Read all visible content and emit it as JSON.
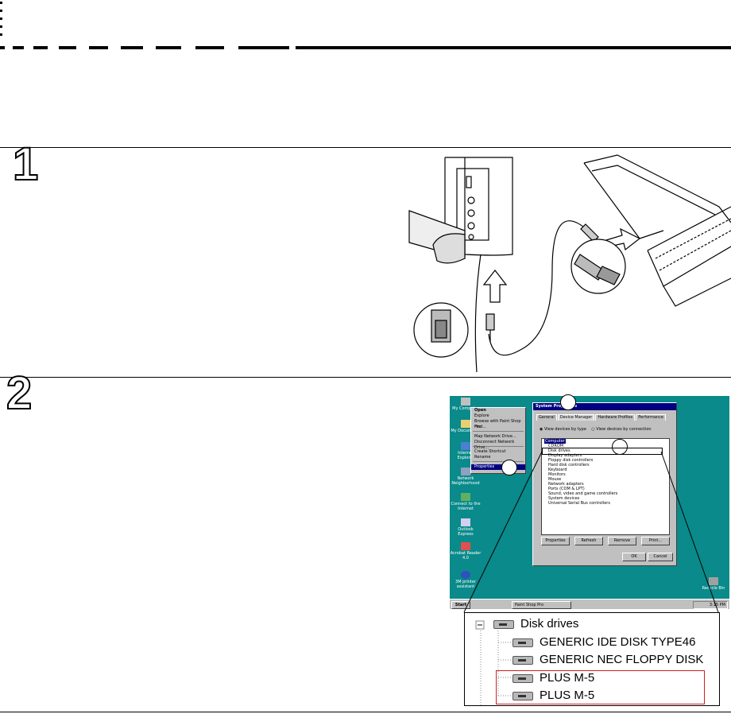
{
  "steps": [
    {
      "number": "1"
    },
    {
      "number": "2"
    }
  ],
  "screenshot": {
    "desktop_icons": [
      "My Computer",
      "My Documents",
      "Internet Explorer",
      "Network Neighborhood",
      "Connect to the Internet",
      "Outlook Express",
      "Acrobat Reader 4.0",
      "3M printer assistant"
    ],
    "recycle_bin": "Recycle Bin",
    "context_menu": [
      "Open",
      "Explore",
      "Browse with Paint Shop Pro",
      "Find...",
      "Map Network Drive...",
      "Disconnect Network Drive...",
      "Create Shortcut",
      "Rename",
      "Properties"
    ],
    "dialog": {
      "title": "System Properties",
      "tabs": [
        "General",
        "Device Manager",
        "Hardware Profiles",
        "Performance"
      ],
      "radio_type": "View devices by type",
      "radio_connection": "View devices by connection",
      "tree": [
        "Computer",
        "CDROM",
        "Disk drives",
        "Display adapters",
        "Floppy disk controllers",
        "Hard disk controllers",
        "Keyboard",
        "Monitors",
        "Mouse",
        "Network adapters",
        "Ports (COM & LPT)",
        "Sound, video and game controllers",
        "System devices",
        "Universal Serial Bus controllers"
      ],
      "buttons": [
        "Properties",
        "Refresh",
        "Remove",
        "Print..."
      ],
      "ok": "OK",
      "cancel": "Cancel"
    },
    "taskbar": {
      "start": "Start",
      "task": "Paint Shop Pro",
      "clock": "3:15 PM"
    }
  },
  "zoom": {
    "category": "Disk drives",
    "items": [
      "GENERIC IDE  DISK TYPE46",
      "GENERIC NEC  FLOPPY DISK",
      "PLUS M-5",
      "PLUS M-5"
    ]
  }
}
